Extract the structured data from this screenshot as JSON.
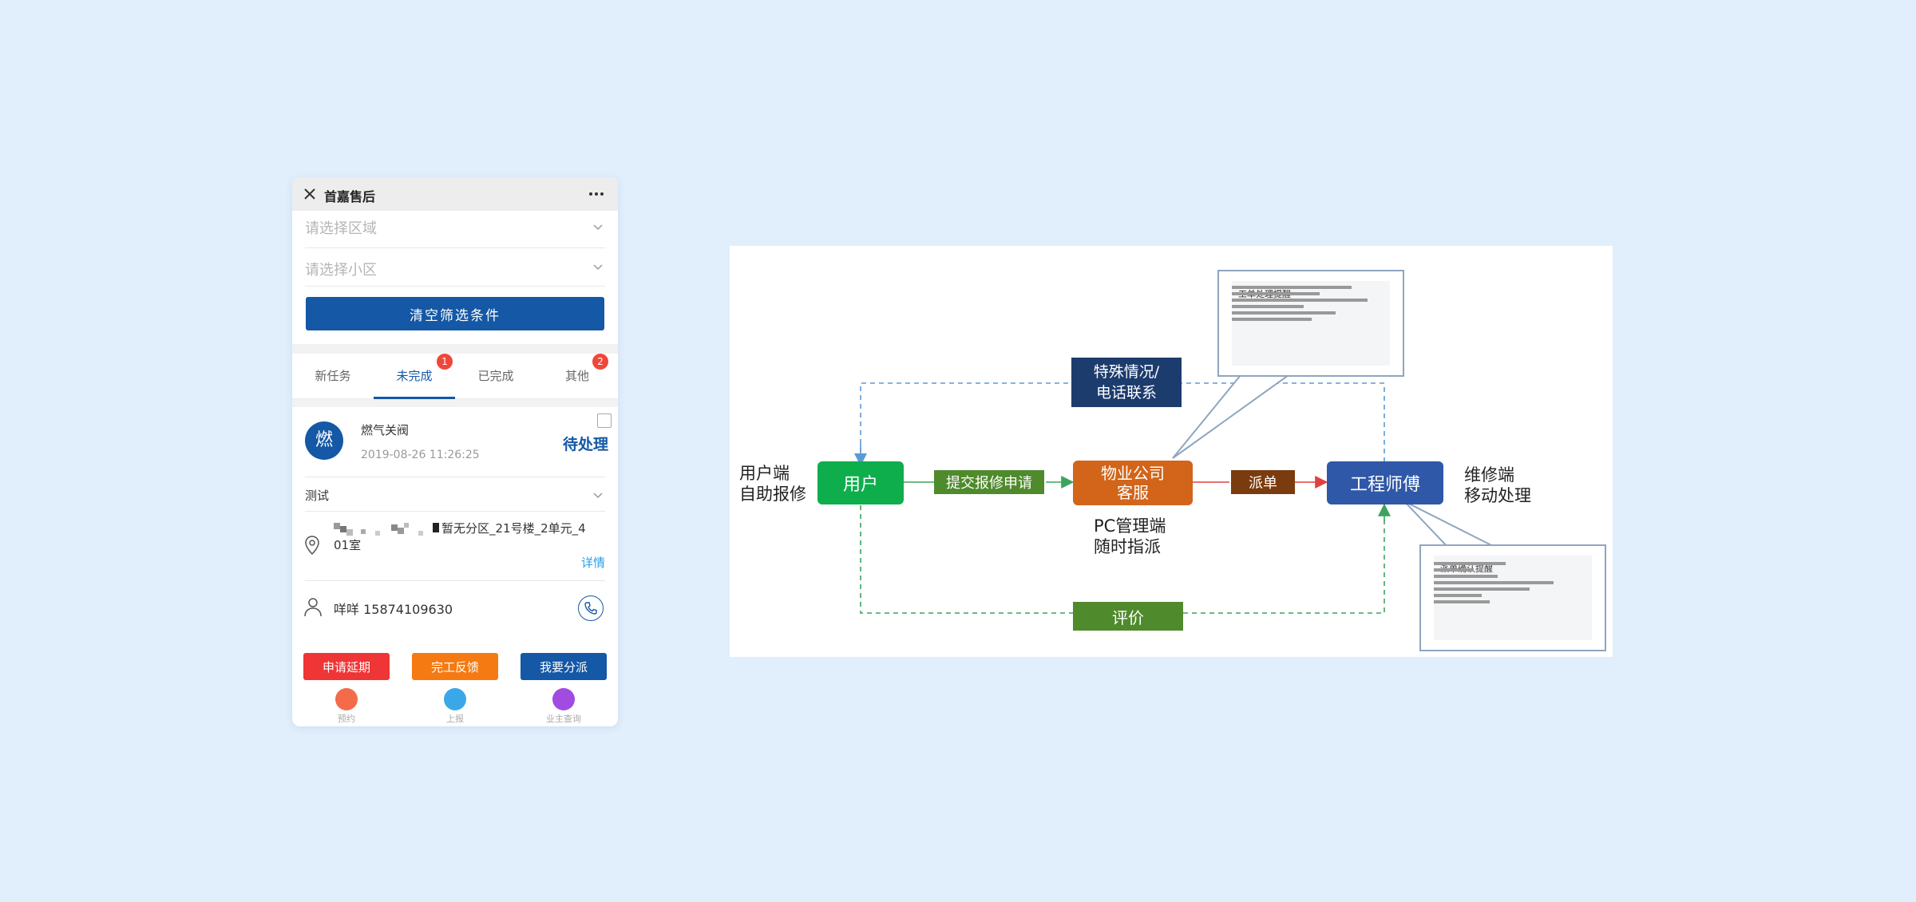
{
  "phone": {
    "app_title": "首嘉售后",
    "filters": {
      "area_placeholder": "请选择区域",
      "community_placeholder": "请选择小区",
      "clear_label": "清空筛选条件"
    },
    "tabs": [
      {
        "label": "新任务"
      },
      {
        "label": "未完成",
        "badge": "1"
      },
      {
        "label": "已完成"
      },
      {
        "label": "其他",
        "badge": "2"
      }
    ],
    "task": {
      "avatar_char": "燃",
      "title": "燃气关阀",
      "time": "2019-08-26 11:26:25",
      "status": "待处理",
      "field_value": "测试",
      "address_line1": "暂无分区_21号楼_2单元_4",
      "address_line2": "01室",
      "detail_link": "详情",
      "contact": "咩咩 15874109630"
    },
    "actions": {
      "extend": "申请延期",
      "feedback": "完工反馈",
      "dispatch": "我要分派"
    },
    "bottom_nav": [
      {
        "label": "预约",
        "color": "#f36b4a"
      },
      {
        "label": "上报",
        "color": "#3aa8e8"
      },
      {
        "label": "业主查询",
        "color": "#a24be0"
      }
    ],
    "colors": {
      "primary": "#1458a6",
      "badge": "#f0473a",
      "extend": "#ef3535",
      "feedback": "#f57a12",
      "dispatch": "#1458a6"
    }
  },
  "diagram": {
    "left_caption_1": "用户端",
    "left_caption_2": "自助报修",
    "nodes": {
      "user": "用户",
      "service_1": "物业公司",
      "service_2": "客服",
      "engineer": "工程师傅"
    },
    "tags": {
      "submit": "提交报修申请",
      "dispatch": "派单",
      "special_1": "特殊情况/",
      "special_2": "电话联系",
      "evaluate": "评价"
    },
    "pc_caption_1": "PC管理端",
    "pc_caption_2": "随时指派",
    "right_caption_1": "维修端",
    "right_caption_2": "移动处理",
    "callout_top": {
      "title": "工单处理提醒"
    },
    "callout_bottom": {
      "title": "派单确认提醒"
    },
    "colors": {
      "user": "#0fae4c",
      "service": "#d2651a",
      "engineer": "#2f58a8",
      "submit": "#4f8a2c",
      "dispatch": "#7a3b0e",
      "special": "#1d3c6e",
      "evaluate": "#4f8a2c"
    }
  }
}
